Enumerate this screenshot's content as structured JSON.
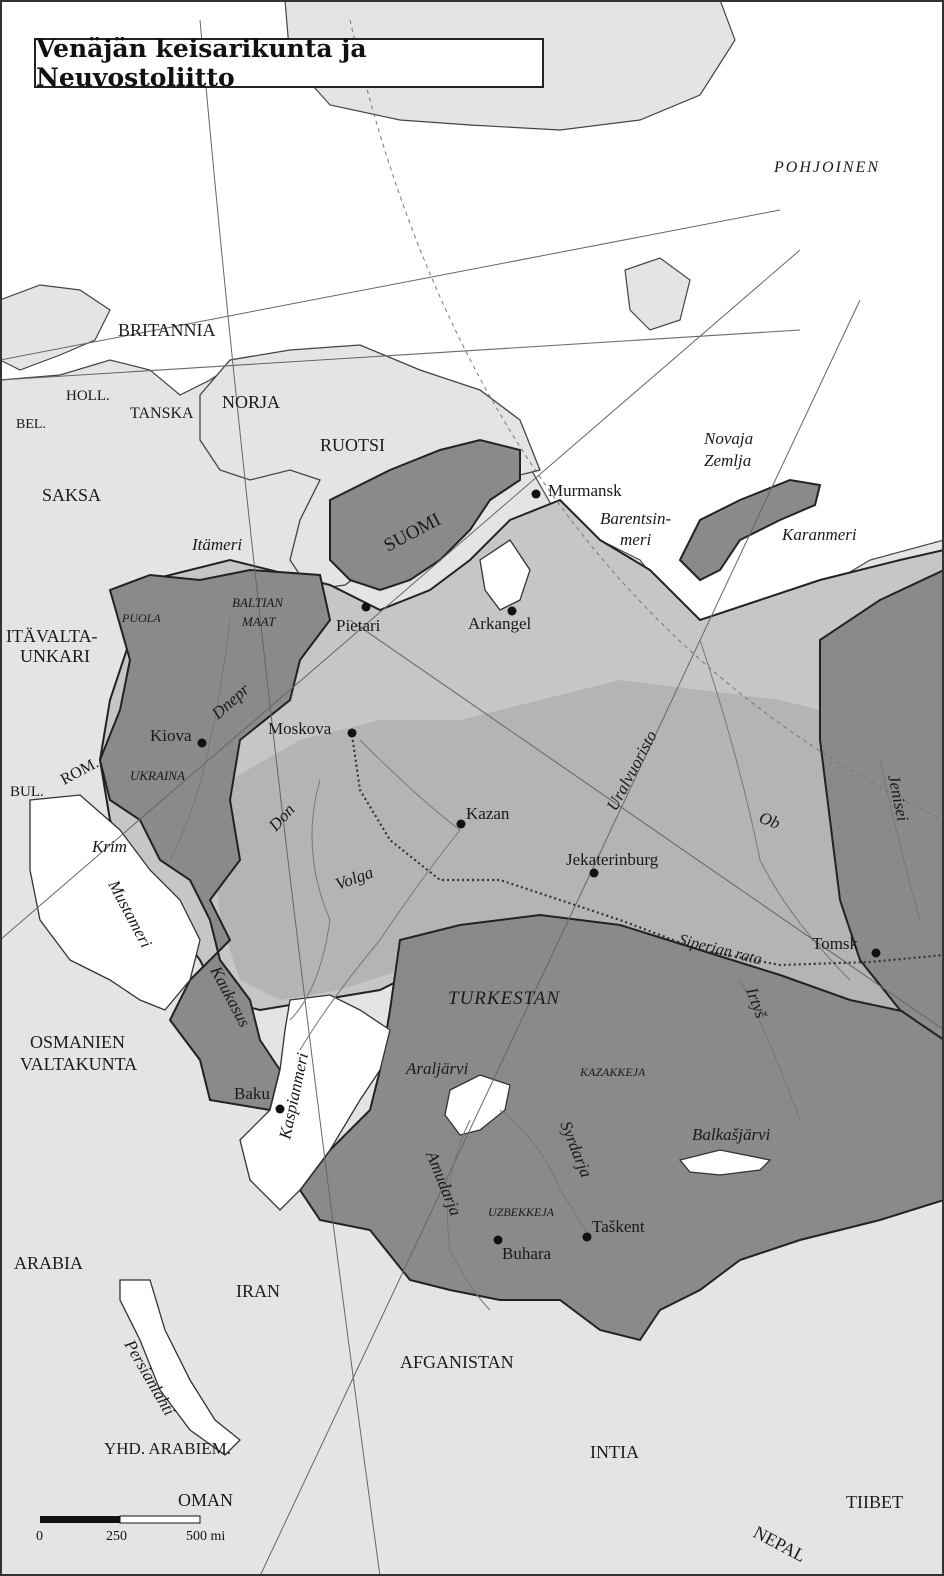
{
  "title": "Venäjän keisarikunta ja Neuvostoliitto",
  "countries": {
    "britannia": "BRITANNIA",
    "holl": "HOLL.",
    "bel": "BEL.",
    "tanska": "TANSKA",
    "norja": "NORJA",
    "ruotsi": "RUOTSI",
    "saksa": "SAKSA",
    "itavalta1": "ITÄVALTA-",
    "itavalta2": "UNKARI",
    "rom": "ROM.",
    "bul": "BUL.",
    "osmanien1": "OSMANIEN",
    "osmanien2": "VALTAKUNTA",
    "arabia": "ARABIA",
    "iran": "IRAN",
    "afganistan": "AFGANISTAN",
    "intia": "INTIA",
    "tiibet": "TIIBET",
    "nepal": "NEPAL",
    "yhd": "YHD. ARABIEM.",
    "oman": "OMAN",
    "suomi": "SUOMI"
  },
  "regions": {
    "puola": "PUOLA",
    "baltian1": "BALTIAN",
    "baltian2": "MAAT",
    "ukraina": "UKRAINA",
    "turkestan": "TURKESTAN",
    "kazakkeja": "KAZAKKEJA",
    "uzbekkeja": "UZBEKKEJA",
    "krim": "Krim",
    "kaukasus": "Kaukasus",
    "uralvuoristo": "Uralvuoristo",
    "pohjoinen": "POHJOINEN"
  },
  "waters": {
    "itameri": "Itämeri",
    "barents1": "Barentsin-",
    "barents2": "meri",
    "novaja1": "Novaja",
    "novaja2": "Zemlja",
    "karanmeri": "Karanmeri",
    "mustameri": "Mustameri",
    "kaspianmeri": "Kaspianmeri",
    "araljarvi": "Araljärvi",
    "balkasjarvi": "Balkašjärvi",
    "persianlahti": "Persianlahti",
    "dnepr": "Dnepr",
    "don": "Don",
    "volga": "Volga",
    "ob": "Ob",
    "jenisei": "Jenisei",
    "irtys": "Irtyš",
    "syrdarja": "Syrdarja",
    "amudarja": "Amudarja"
  },
  "cities": {
    "murmansk": "Murmansk",
    "pietari": "Pietari",
    "arkangel": "Arkangel",
    "moskova": "Moskova",
    "kiova": "Kiova",
    "kazan": "Kazan",
    "jekaterinburg": "Jekaterinburg",
    "tomsk": "Tomsk",
    "baku": "Baku",
    "buhara": "Buhara",
    "taskent": "Taškent"
  },
  "railway": "Siperian rata",
  "scale": {
    "zero": "0",
    "mid": "250",
    "end": "500 mi"
  },
  "colors": {
    "empire": "#8a8a8a",
    "soviet_expansion": "#b4b4b4",
    "core_land": "#c6c6c6",
    "other_land": "#e4e4e4",
    "water": "#ffffff"
  }
}
